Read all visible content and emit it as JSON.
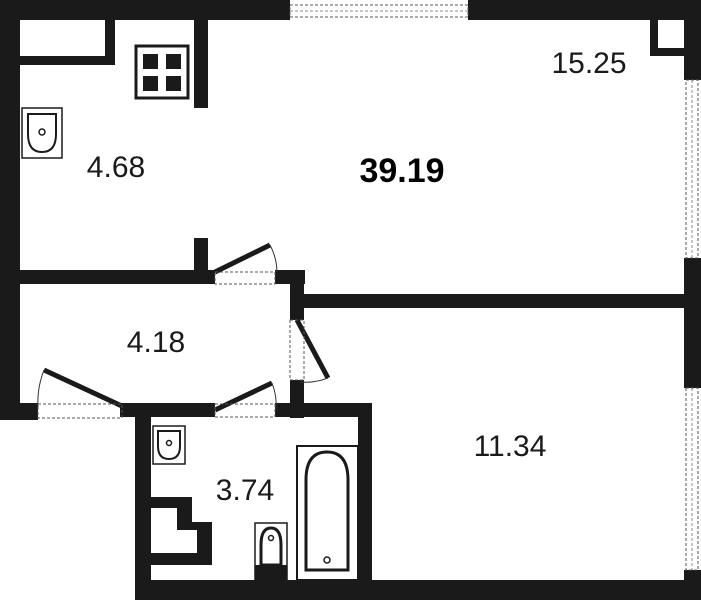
{
  "plan": {
    "total_area": "39.19",
    "rooms": [
      {
        "id": "living",
        "area": "15.25"
      },
      {
        "id": "kitchen",
        "area": "4.68"
      },
      {
        "id": "hall",
        "area": "4.18"
      },
      {
        "id": "bathroom",
        "area": "3.74"
      },
      {
        "id": "bedroom",
        "area": "11.34"
      }
    ]
  },
  "colors": {
    "wall": "#1a1a1a",
    "background": "#ffffff"
  },
  "icons": [
    "sink-icon",
    "stove-icon",
    "bathtub-icon",
    "toilet-icon"
  ]
}
